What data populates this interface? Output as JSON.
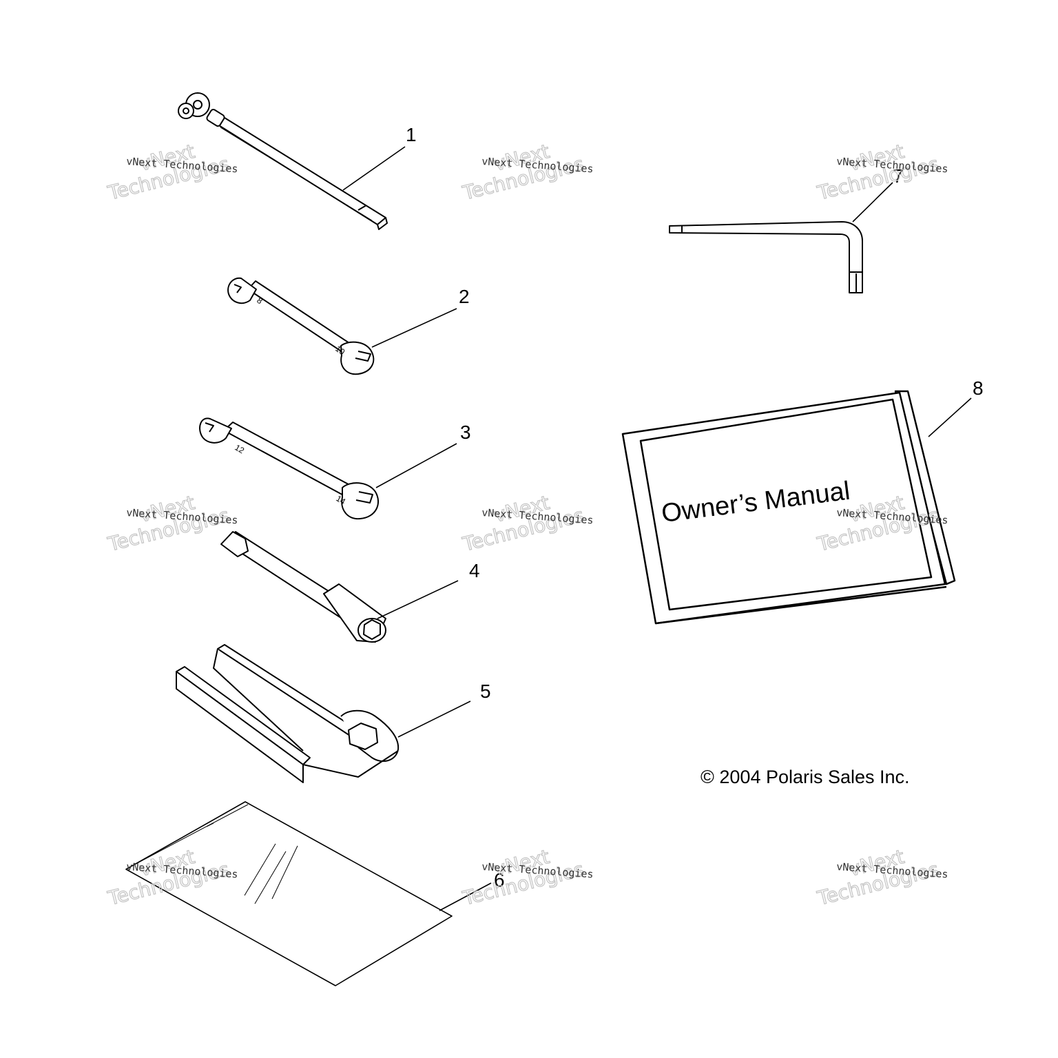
{
  "callouts": [
    "1",
    "2",
    "3",
    "4",
    "5",
    "6",
    "7",
    "8"
  ],
  "manual_cover_text": "Owner’s Manual",
  "wrench_marks": [
    "8",
    "10",
    "12",
    "14"
  ],
  "copyright": "© 2004 Polaris Sales Inc.",
  "watermark": {
    "line_small": "vNext Technologies",
    "line_big_1": "vNext",
    "line_big_2": "Technologies"
  }
}
